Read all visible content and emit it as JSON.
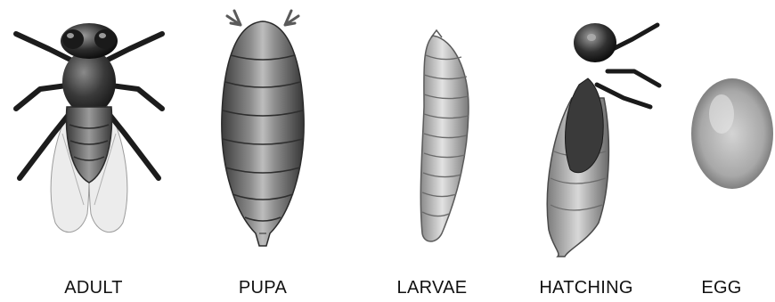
{
  "stages": [
    {
      "id": "adult",
      "label": "ADULT"
    },
    {
      "id": "pupa",
      "label": "PUPA"
    },
    {
      "id": "larvae",
      "label": "LARVAE"
    },
    {
      "id": "hatching",
      "label": "HATCHING"
    },
    {
      "id": "egg",
      "label": "EGG"
    }
  ]
}
